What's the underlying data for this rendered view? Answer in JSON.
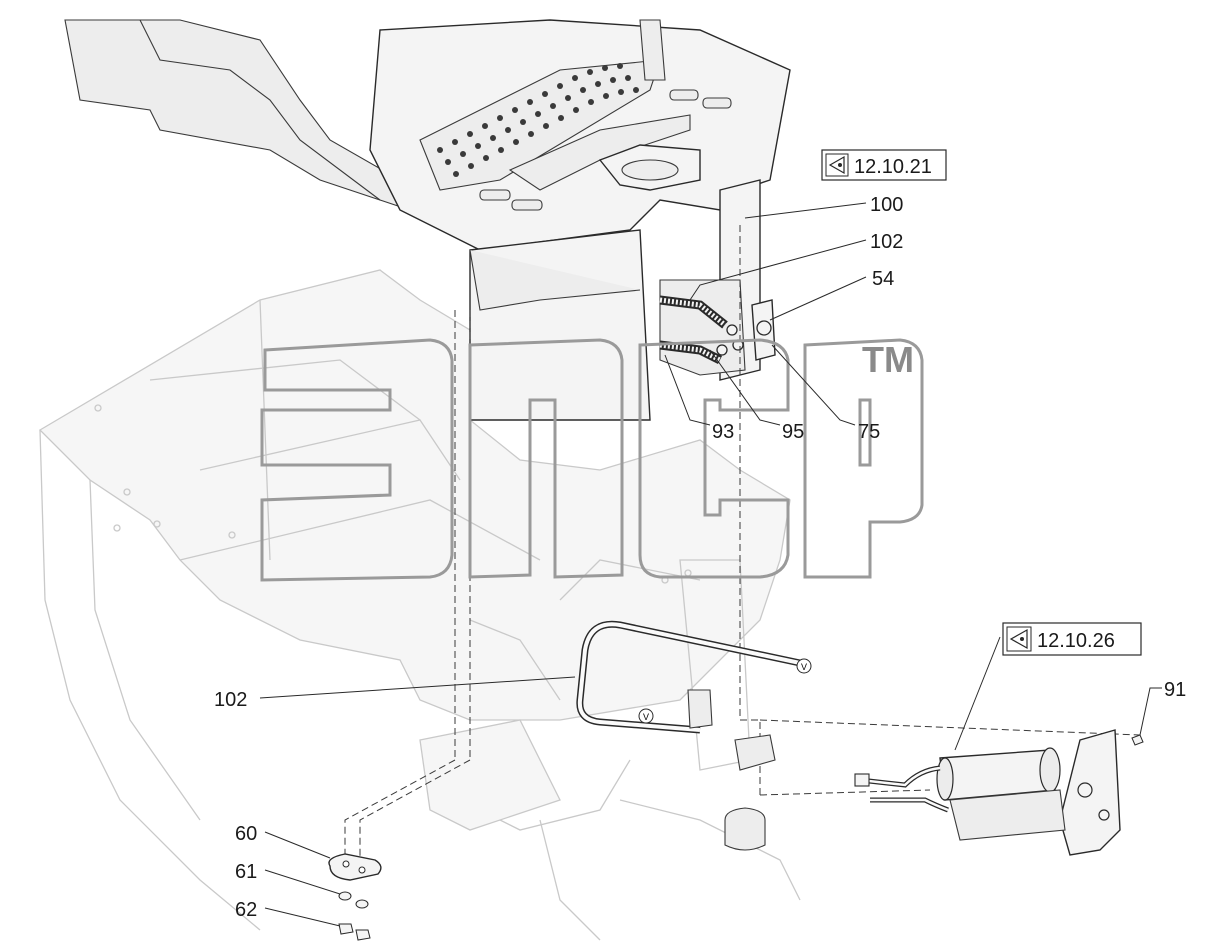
{
  "diagram": {
    "callouts": {
      "c100": "100",
      "c102_top": "102",
      "c54": "54",
      "c93": "93",
      "c95": "95",
      "c75": "75",
      "c102_bottom": "102",
      "c91": "91",
      "c60": "60",
      "c61": "61",
      "c62": "62"
    },
    "references": {
      "ref_top": "12.10.21",
      "ref_bottom": "12.10.26"
    },
    "valve_markers": {
      "v1": "V",
      "v2": "V"
    },
    "icons": [
      "view-reference-icon",
      "view-reference-icon"
    ],
    "watermark": {
      "text": "эпср",
      "trademark": "TM"
    }
  }
}
